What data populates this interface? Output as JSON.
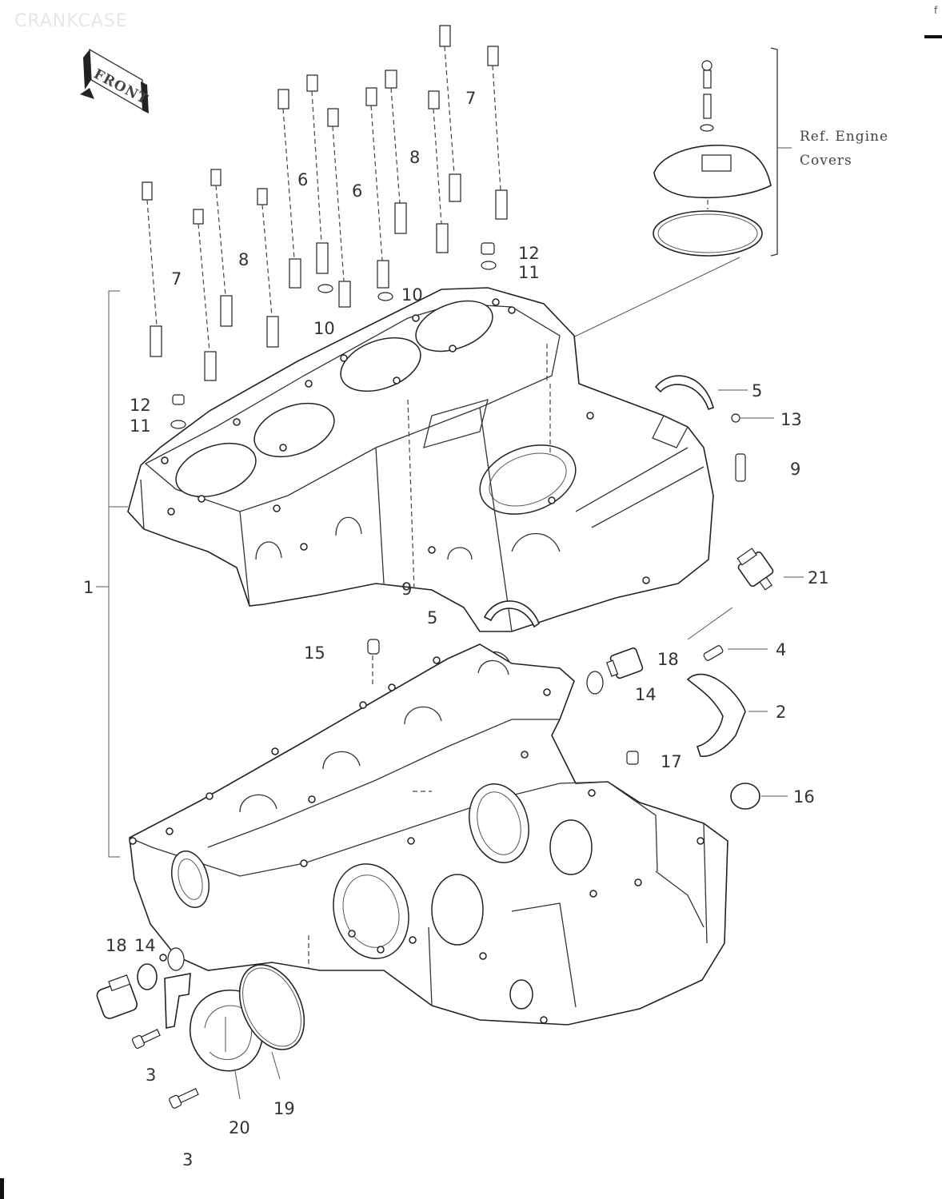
{
  "watermark": "CRANKCASE",
  "corner_mark": "f",
  "front_badge": "FRONT",
  "reference_note": {
    "line1": "Ref. Engine",
    "line2": "Covers"
  },
  "callouts": {
    "c1": "1",
    "c2": "2",
    "c3a": "3",
    "c3b": "3",
    "c4": "4",
    "c5a": "5",
    "c5b": "5",
    "c6a": "6",
    "c6b": "6",
    "c7a": "7",
    "c7b": "7",
    "c8a": "8",
    "c8b": "8",
    "c9a": "9",
    "c9b": "9",
    "c10a": "10",
    "c10b": "10",
    "c11a": "11",
    "c11b": "11",
    "c12a": "12",
    "c12b": "12",
    "c13": "13",
    "c14a": "14",
    "c14b": "14",
    "c15": "15",
    "c16": "16",
    "c17": "17",
    "c18a": "18",
    "c18b": "18",
    "c19": "19",
    "c20": "20",
    "c21": "21"
  }
}
